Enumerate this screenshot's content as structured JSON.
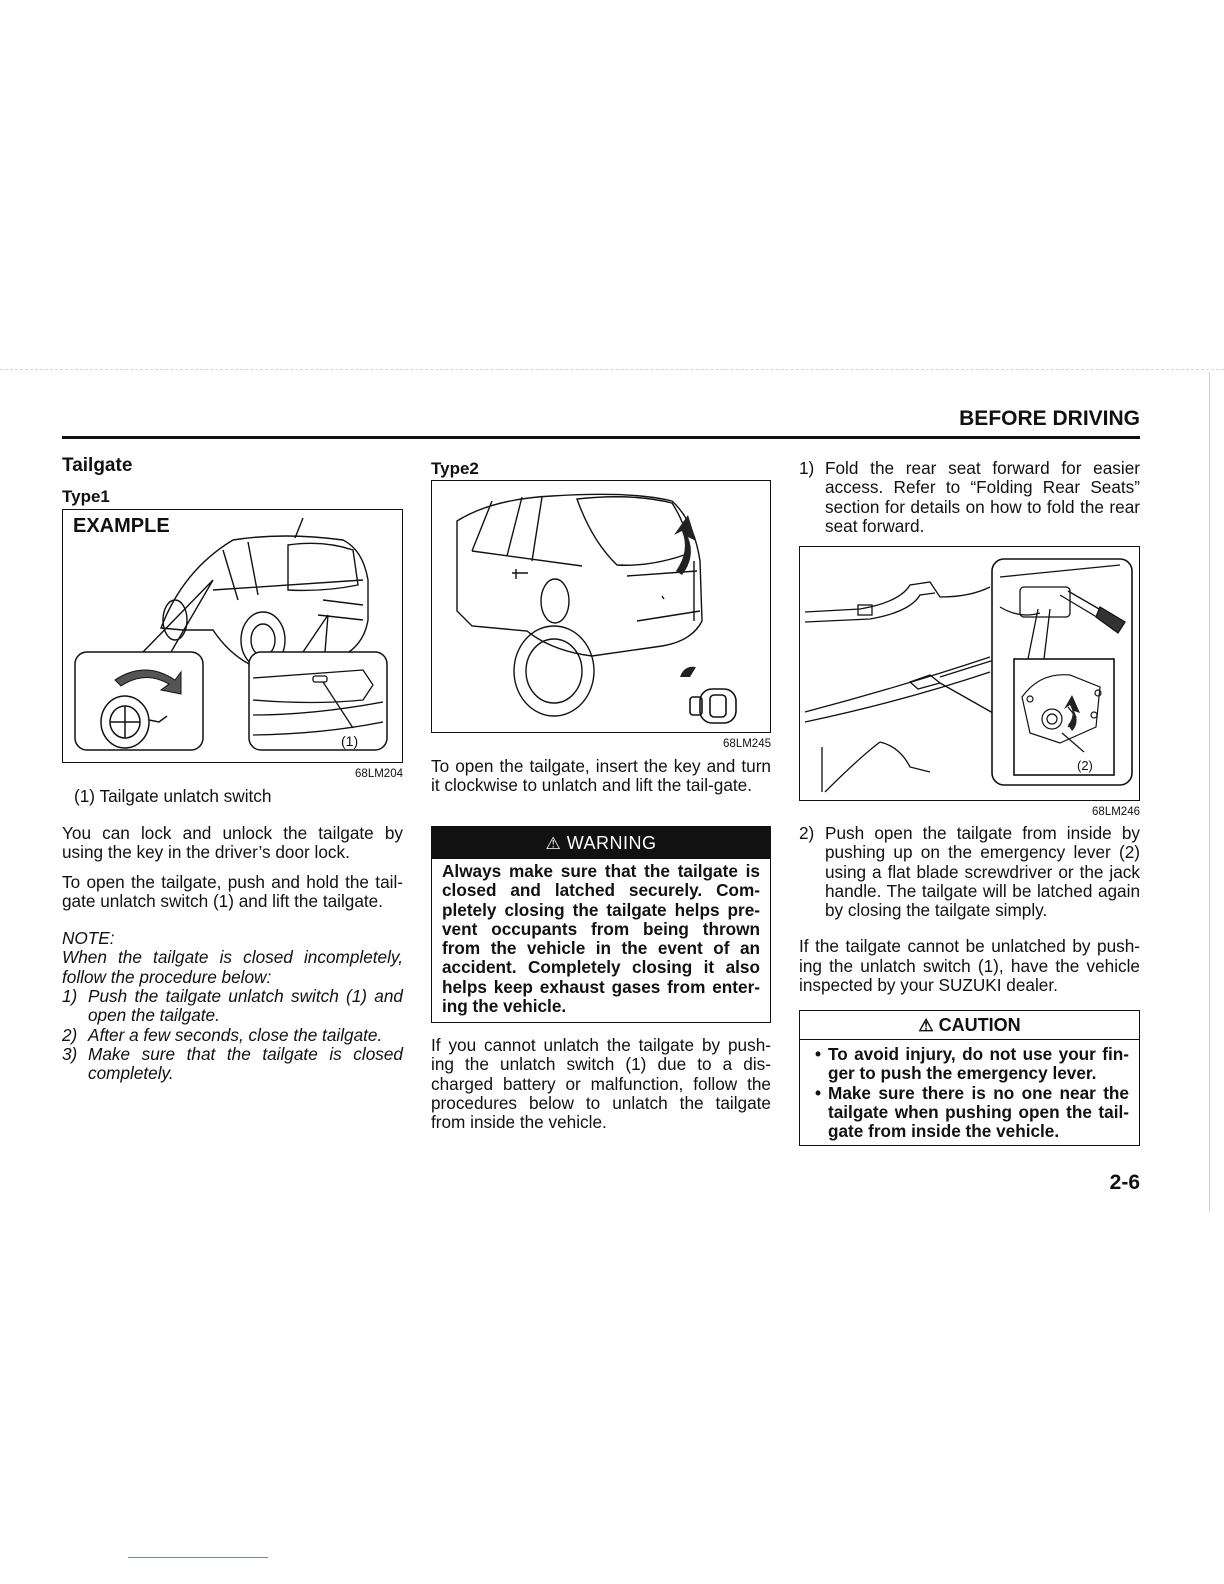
{
  "header": {
    "section": "BEFORE DRIVING",
    "page_number": "2-6"
  },
  "col1": {
    "title": "Tailgate",
    "type1_label": "Type1",
    "figure1": {
      "label": "EXAMPLE",
      "callout": "(1)",
      "code": "68LM204"
    },
    "caption": "(1) Tailgate unlatch switch",
    "para1": "You can lock and unlock the tailgate by using the key in the driver’s door lock.",
    "para2": "To open the tailgate, push and hold the tail-gate unlatch switch (1) and lift the tailgate.",
    "note_label": "NOTE:",
    "note_text": "When the tailgate is closed incompletely, follow the procedure below:",
    "note_steps": [
      {
        "n": "1)",
        "t": "Push the tailgate unlatch switch (1) and open the tailgate."
      },
      {
        "n": "2)",
        "t": "After a few seconds, close the tailgate."
      },
      {
        "n": "3)",
        "t": "Make sure that the tailgate is closed completely."
      }
    ]
  },
  "col2": {
    "type2_label": "Type2",
    "figure2": {
      "code": "68LM245"
    },
    "para1": "To open the tailgate, insert the key and turn it clockwise to unlatch and lift the tail-gate.",
    "warning": {
      "title": "WARNING",
      "text": "Always make sure that the tailgate is closed and latched securely. Com-pletely closing the tailgate helps pre-vent occupants from being thrown from the vehicle in the event of an accident. Completely closing it also helps keep exhaust gases from enter-ing the vehicle."
    },
    "para2": "If you cannot unlatch the tailgate by push-ing the unlatch switch (1) due to a dis-charged battery or malfunction, follow the procedures below to unlatch the tailgate from inside the vehicle."
  },
  "col3": {
    "step1": {
      "n": "1)",
      "t": "Fold the rear seat forward for easier access. Refer to “Folding Rear Seats” section for details on how to fold the rear seat forward."
    },
    "figure3": {
      "callout": "(2)",
      "code": "68LM246"
    },
    "step2": {
      "n": "2)",
      "t": "Push open the tailgate from inside by pushing up on the emergency lever (2) using a flat blade screwdriver or the jack handle. The tailgate will be latched again by closing the tailgate simply."
    },
    "para1": "If the tailgate cannot be unlatched by push-ing the unlatch switch (1), have the vehicle inspected by your SUZUKI dealer.",
    "caution": {
      "title": "CAUTION",
      "items": [
        "To avoid injury, do not use your fin-ger to push the emergency lever.",
        "Make sure there is no one near the tailgate when pushing open the tail-gate from inside the vehicle."
      ]
    }
  }
}
